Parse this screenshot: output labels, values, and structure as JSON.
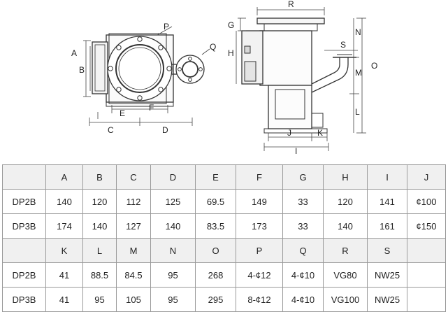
{
  "drawing": {
    "front_labels": {
      "A": "A",
      "B": "B",
      "C": "C",
      "D": "D",
      "E": "E",
      "F": "F",
      "P": "P",
      "Q": "Q"
    },
    "side_labels": {
      "G": "G",
      "H": "H",
      "I": "I",
      "J": "J",
      "K": "K",
      "L": "L",
      "M": "M",
      "N": "N",
      "O": "O",
      "R": "R",
      "S": "S"
    }
  },
  "table": {
    "header1": [
      "A",
      "B",
      "C",
      "D",
      "E",
      "F",
      "G",
      "H",
      "I",
      "J"
    ],
    "rows1": [
      {
        "model": "DP2B",
        "values": [
          "140",
          "120",
          "112",
          "125",
          "69.5",
          "149",
          "33",
          "120",
          "141",
          "¢100"
        ]
      },
      {
        "model": "DP3B",
        "values": [
          "174",
          "140",
          "127",
          "140",
          "83.5",
          "173",
          "33",
          "140",
          "161",
          "¢150"
        ]
      }
    ],
    "header2": [
      "K",
      "L",
      "M",
      "N",
      "O",
      "P",
      "Q",
      "R",
      "S"
    ],
    "rows2": [
      {
        "model": "DP2B",
        "values": [
          "41",
          "88.5",
          "84.5",
          "95",
          "268",
          "4-¢12",
          "4-¢10",
          "VG80",
          "NW25"
        ]
      },
      {
        "model": "DP3B",
        "values": [
          "41",
          "95",
          "105",
          "95",
          "295",
          "8-¢12",
          "4-¢10",
          "VG100",
          "NW25"
        ]
      }
    ]
  }
}
